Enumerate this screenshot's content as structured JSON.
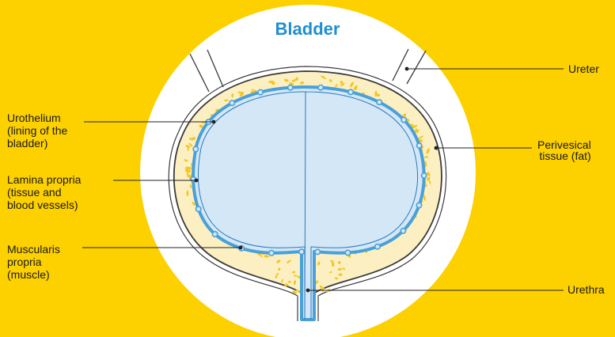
{
  "title": "Bladder",
  "colors": {
    "background": "#FDD000",
    "circle": "#FFFFFF",
    "fat_layer": "#FCF0C2",
    "fat_speckles": "#F3C623",
    "muscle_outline": "#3A3A3A",
    "urothelium": "#4AA0D8",
    "lumen": "#D3E7F7",
    "title": "#1E8FD0",
    "leader_line": "#222222"
  },
  "labels": {
    "urothelium": "Urothelium\n(lining of the\nbladder)",
    "lamina_propria": "Lamina propria\n(tissue and\nblood vessels)",
    "muscularis_propria": "Muscularis\npropria\n(muscle)",
    "ureter": "Ureter",
    "perivesical": "Perivesical\ntissue (fat)",
    "urethra": "Urethra"
  }
}
